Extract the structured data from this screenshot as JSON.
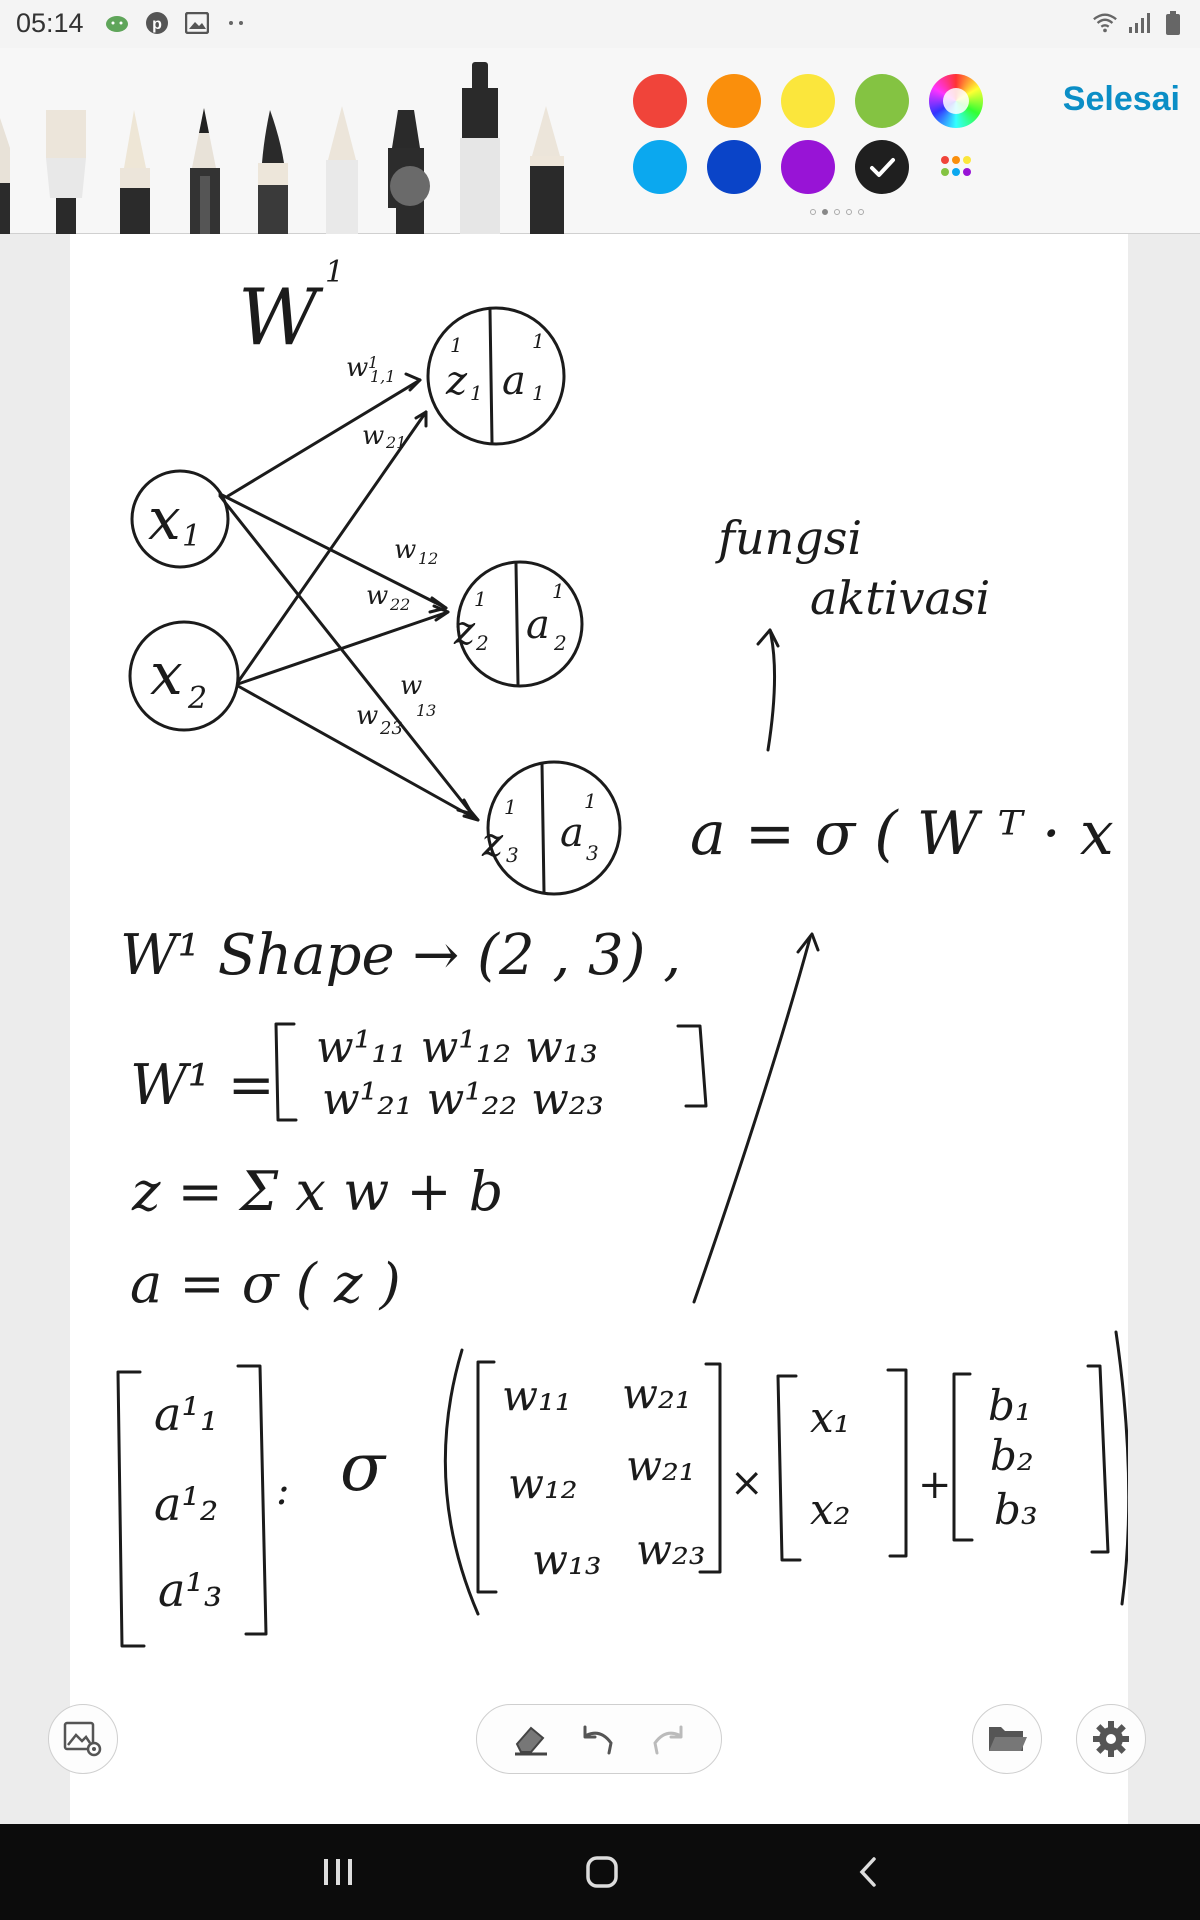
{
  "status_bar": {
    "time": "05:14",
    "left_icons": [
      "android-icon",
      "pinterest-icon",
      "gallery-icon",
      "more-dots-icon"
    ],
    "right_icons": [
      "wifi-icon",
      "signal-icon",
      "battery-icon"
    ]
  },
  "toolbar": {
    "done_label": "Selesai",
    "pens": [
      "pencil-pen",
      "flat-brush-pen",
      "calligraphy-pen",
      "fountain-pen",
      "fine-brush-pen",
      "crayon-pen",
      "marker-pen",
      "highlighter-pen",
      "ink-pen"
    ],
    "colors": [
      {
        "name": "red",
        "hex": "#f0443a"
      },
      {
        "name": "orange",
        "hex": "#fa8f0c"
      },
      {
        "name": "yellow",
        "hex": "#fbe63c"
      },
      {
        "name": "green",
        "hex": "#84c342"
      },
      {
        "name": "spectrum",
        "hex": "rainbow"
      },
      {
        "name": "light-blue",
        "hex": "#0ba8ef"
      },
      {
        "name": "blue",
        "hex": "#0a44c8"
      },
      {
        "name": "purple",
        "hex": "#9814d6"
      },
      {
        "name": "black",
        "hex": "#1f1f1f",
        "selected": true
      },
      {
        "name": "more-colors",
        "hex": "palette"
      }
    ],
    "page_indicator": {
      "total": 5,
      "active": 1
    }
  },
  "note": {
    "title_superscript": "1",
    "layer_label": "W",
    "inputs": [
      "x1",
      "x2"
    ],
    "neurons": [
      {
        "z": "z",
        "z_sup": "1",
        "z_sub": "1",
        "a": "a",
        "a_sup": "1",
        "a_sub": "1"
      },
      {
        "z": "z",
        "z_sup": "1",
        "z_sub": "2",
        "a": "a",
        "a_sup": "1",
        "a_sub": "2"
      },
      {
        "z": "z",
        "z_sup": "1",
        "z_sub": "3",
        "a": "a",
        "a_sup": "1",
        "a_sub": "3"
      }
    ],
    "edge_labels": [
      "w1,1",
      "w21",
      "w12",
      "w22",
      "w13",
      "w23"
    ],
    "activation_note_line1": "fungsi",
    "activation_note_line2": "aktivasi",
    "activation_formula": "a = σ ( W ᵀ · x + b )",
    "shape_line": "W¹ Shape → (2 , 3) ,",
    "matrix_def_label": "W¹ =",
    "matrix_row1": "w¹₁₁ w¹₁₂ w₁₃",
    "matrix_row2": "w¹₂₁ w¹₂₂ w₂₃",
    "z_formula": "z = Σ x w + b",
    "a_formula": "a = σ ( z )",
    "vector_a": [
      "a¹₁",
      "a¹₂",
      "a¹₃"
    ],
    "sigma": "σ",
    "weight_matrix": [
      [
        "w₁₁",
        "w₂₁"
      ],
      [
        "w₁₂",
        "w₂₁"
      ],
      [
        "w₁₃",
        "w₂₃"
      ]
    ],
    "times": "×",
    "vector_x": [
      "x₁",
      "x₂"
    ],
    "plus": "+",
    "vector_b": [
      "b₁",
      "b₂",
      "b₃"
    ]
  },
  "bottom_controls": {
    "left": "image-settings-icon",
    "pill": [
      "eraser-icon",
      "undo-icon",
      "redo-icon"
    ],
    "right": [
      "folder-icon",
      "gear-icon"
    ]
  },
  "nav_bar": [
    "recents-icon",
    "home-icon",
    "back-icon"
  ]
}
